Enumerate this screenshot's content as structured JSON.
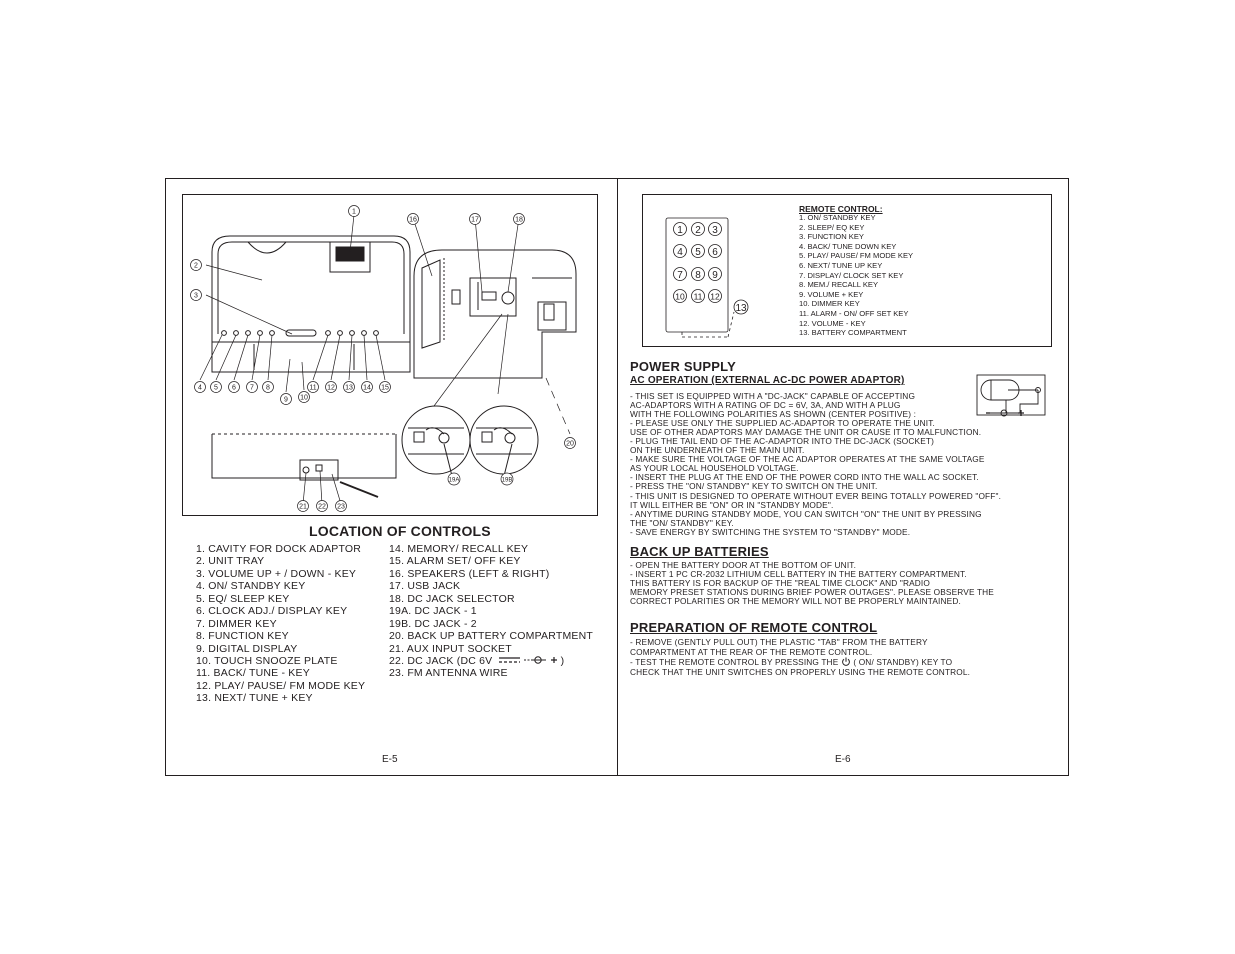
{
  "left_page": {
    "section_title": "LOCATION OF CONTROLS",
    "controls_col1": [
      "1. CAVITY FOR DOCK ADAPTOR",
      "2. UNIT TRAY",
      "3. VOLUME UP + / DOWN - KEY",
      "4. ON/ STANDBY KEY",
      "5. EQ/ SLEEP KEY",
      "6. CLOCK ADJ./ DISPLAY KEY",
      "7. DIMMER KEY",
      "8. FUNCTION KEY",
      "9. DIGITAL DISPLAY",
      "10. TOUCH SNOOZE PLATE",
      "11. BACK/ TUNE - KEY",
      "12. PLAY/ PAUSE/ FM MODE KEY",
      "13. NEXT/ TUNE + KEY"
    ],
    "controls_col2": [
      "14. MEMORY/ RECALL KEY",
      "15. ALARM SET/ OFF KEY",
      "16. SPEAKERS (LEFT & RIGHT)",
      "17. USB JACK",
      "18. DC JACK SELECTOR",
      "19A. DC JACK - 1",
      "19B. DC JACK - 2",
      "20. BACK UP BATTERY COMPARTMENT",
      "21. AUX INPUT SOCKET",
      "22. DC JACK (DC 6V",
      "23. FM ANTENNA WIRE"
    ],
    "dc_suffix": ")",
    "page_number": "E-5",
    "callouts": {
      "n1": "1",
      "n2": "2",
      "n3": "3",
      "n4": "4",
      "n5": "5",
      "n6": "6",
      "n7": "7",
      "n8": "8",
      "n9": "9",
      "n10": "10",
      "n11": "11",
      "n12": "12",
      "n13": "13",
      "n14": "14",
      "n15": "15",
      "n16": "16",
      "n17": "17",
      "n18": "18",
      "n19a": "19A",
      "n19b": "19B",
      "n20": "20",
      "n21": "21",
      "n22": "22",
      "n23": "23"
    }
  },
  "right_page": {
    "remote_control": {
      "title": "REMOTE CONTROL:",
      "items": [
        "1. ON/ STANDBY KEY",
        "2. SLEEP/ EQ KEY",
        "3. FUNCTION KEY",
        "4. BACK/ TUNE DOWN KEY",
        "5. PLAY/ PAUSE/ FM MODE KEY",
        "6. NEXT/ TUNE UP KEY",
        "7. DISPLAY/ CLOCK SET KEY",
        "8. MEM./ RECALL KEY",
        "9. VOLUME + KEY",
        "10. DIMMER KEY",
        "11. ALARM - ON/ OFF SET KEY",
        "12. VOLUME - KEY",
        "13. BATTERY COMPARTMENT"
      ],
      "buttons": {
        "b1": "1",
        "b2": "2",
        "b3": "3",
        "b4": "4",
        "b5": "5",
        "b6": "6",
        "b7": "7",
        "b8": "8",
        "b9": "9",
        "b10": "10",
        "b11": "11",
        "b12": "12",
        "b13": "13"
      }
    },
    "power_supply": {
      "title": "POWER SUPPLY",
      "subtitle": "AC OPERATION (EXTERNAL AC-DC POWER ADAPTOR)",
      "lines": [
        "- THIS SET IS EQUIPPED WITH A \"DC-JACK\" CAPABLE OF ACCEPTING",
        "  AC-ADAPTORS WITH A RATING OF DC = 6V, 3A, AND WITH A PLUG",
        "  WITH THE FOLLOWING POLARITIES AS SHOWN (CENTER POSITIVE) :",
        "- PLEASE USE ONLY THE SUPPLIED AC-ADAPTOR TO OPERATE THE UNIT.",
        "  USE OF OTHER ADAPTORS MAY DAMAGE THE UNIT OR CAUSE IT TO MALFUNCTION.",
        "- PLUG THE TAIL END OF THE AC-ADAPTOR INTO THE DC-JACK (SOCKET)",
        "  ON THE UNDERNEATH OF THE MAIN UNIT.",
        "- MAKE SURE THE VOLTAGE OF THE AC ADAPTOR OPERATES AT THE SAME VOLTAGE",
        "  AS YOUR LOCAL HOUSEHOLD VOLTAGE.",
        "- INSERT THE PLUG AT THE END OF THE POWER CORD INTO THE WALL AC SOCKET.",
        "- PRESS THE \"ON/ STANDBY\" KEY TO SWITCH ON THE UNIT.",
        "- THIS UNIT IS DESIGNED TO OPERATE WITHOUT EVER BEING TOTALLY POWERED \"OFF\".",
        "  IT WILL EITHER BE \"ON\" OR IN \"STANDBY MODE\".",
        "- ANYTIME DURING STANDBY MODE, YOU CAN SWITCH \"ON\" THE UNIT BY PRESSING",
        "  THE \"ON/ STANDBY\" KEY.",
        "- SAVE ENERGY BY SWITCHING THE SYSTEM TO \"STANDBY\" MODE."
      ]
    },
    "backup_batteries": {
      "title": "BACK UP BATTERIES",
      "lines": [
        "- OPEN THE BATTERY DOOR AT THE BOTTOM OF UNIT.",
        "- INSERT 1 PC CR-2032 LITHIUM CELL BATTERY IN THE BATTERY COMPARTMENT.",
        "  THIS BATTERY IS FOR BACKUP OF THE \"REAL TIME CLOCK\" AND \"RADIO",
        "  MEMORY PRESET STATIONS DURING BRIEF POWER OUTAGES\". PLEASE OBSERVE THE",
        "  CORRECT POLARITIES OR THE MEMORY WILL NOT BE PROPERLY MAINTAINED."
      ]
    },
    "remote_prep": {
      "title": "PREPARATION OF REMOTE CONTROL",
      "line1": "- REMOVE (GENTLY PULL OUT) THE PLASTIC \"TAB\" FROM THE BATTERY",
      "line2": "  COMPARTMENT AT THE REAR OF THE REMOTE CONTROL.",
      "line3_a": "- TEST THE REMOTE CONTROL BY PRESSING THE",
      "line3_b": "( ON/ STANDBY) KEY TO",
      "line4": "  CHECK THAT THE UNIT SWITCHES ON PROPERLY USING THE REMOTE CONTROL."
    },
    "page_number": "E-6"
  }
}
